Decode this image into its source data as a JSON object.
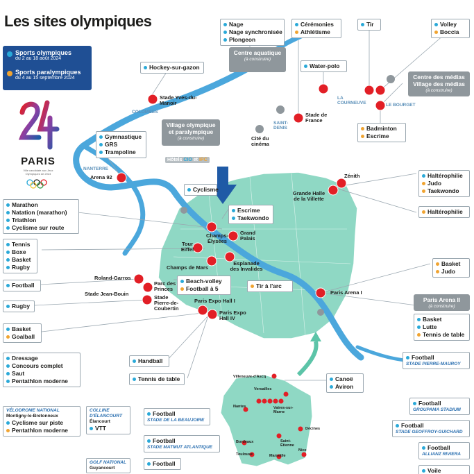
{
  "title": "Les sites olympiques",
  "colors": {
    "olympic": "#2aa9d8",
    "paralympic": "#f0a431",
    "venue": "#e21f26",
    "paris": "#72cdb8",
    "river": "#4ba7dc",
    "legend_bg": "#1f4f94",
    "grey_box": "#8f979c"
  },
  "legend": {
    "olympic_label": "Sports olympiques",
    "olympic_dates": "du 2 au 18 août 2024",
    "paralympic_label": "Sports paralympiques",
    "paralympic_dates": "du 4 au 15 septembre 2024"
  },
  "logo": {
    "text": "PARIS",
    "sub": "Ville candidate aux Jeux Olympiques de 2024"
  },
  "boxes": {
    "nage": [
      "Nage",
      "Nage synchronisée",
      "Plongeon"
    ],
    "ceremonies": [
      "Cérémonies",
      "Athlétisme"
    ],
    "tir": [
      "Tir"
    ],
    "volley": [
      "Volley",
      "Boccia"
    ],
    "hockey": [
      "Hockey-sur-gazon"
    ],
    "waterpolo": [
      "Water-polo"
    ],
    "gym": [
      "Gymnastique",
      "GRS",
      "Trampoline"
    ],
    "badminton": [
      "Badminton",
      "Escrime"
    ],
    "halte1": [
      "Haltérophilie",
      "Judo",
      "Taekwondo"
    ],
    "halte2": [
      "Haltérophilie"
    ],
    "cyclisme_piste": [
      "Cyclisme"
    ],
    "marathon": [
      "Marathon",
      "Natation (marathon)",
      "Triathlon",
      "Cyclisme sur route"
    ],
    "escrime": [
      "Escrime",
      "Taekwondo"
    ],
    "tennis": [
      "Tennis",
      "Boxe",
      "Basket",
      "Rugby"
    ],
    "basket_judo": [
      "Basket",
      "Judo"
    ],
    "football": [
      "Football"
    ],
    "beach": [
      "Beach-volley",
      "Football à 5"
    ],
    "tirarc": [
      "Tir à l'arc"
    ],
    "rugby": [
      "Rugby"
    ],
    "basket_lutte": [
      "Basket",
      "Lutte",
      "Tennis de table"
    ],
    "basket_goal": [
      "Basket",
      "Goalball"
    ],
    "handball": [
      "Handball"
    ],
    "dressage": [
      "Dressage",
      "Concours complet",
      "Saut",
      "Pentathlon moderne"
    ],
    "tennis_table": [
      "Tennis de table"
    ],
    "canoe": [
      "Canoë",
      "Aviron"
    ],
    "velodrome": [
      "Cyclisme sur piste",
      "Pentathlon moderne"
    ],
    "vtt": [
      "VTT"
    ],
    "voile": [
      "Voile"
    ]
  },
  "football_boxes": {
    "pierre_mauroy": {
      "sport": "Football",
      "venue": "STADE PIERRE-MAUROY"
    },
    "groupama": {
      "sport": "Football",
      "venue": "GROUPAMA STADIUM"
    },
    "beaujoire": {
      "sport": "Football",
      "venue": "STADE DE LA BEAUJOIRE"
    },
    "geoffroy": {
      "sport": "Football",
      "venue": "STADE GEOFFROY-GUICHARD"
    },
    "matmut": {
      "sport": "Football",
      "venue": "STADE MATMUT ATLANTIQUE"
    },
    "allianz": {
      "sport": "Football",
      "venue": "ALLIANZ RIVIERA"
    },
    "bottom": {
      "sport": "Football",
      "venue": ""
    }
  },
  "regions": {
    "velodrome_title": "VÉLODROME NATIONAL",
    "velodrome_place": "Montigny-le-Bretonneux",
    "elancourt_title": "COLLINE D'ÉLANCOURT",
    "elancourt_place": "Élancourt",
    "golf_title": "GOLF NATIONAL",
    "golf_place": "Guyancourt"
  },
  "grey_boxes": {
    "centre_aquatique": {
      "title": "Centre aquatique",
      "note": "(à construire)"
    },
    "village": {
      "title": "Village olympique et paralympique",
      "note": "(à construire)"
    },
    "media": {
      "title": "Centre des médias Village des médias",
      "note": "(à construire)"
    },
    "arena2": {
      "title": "Paris Arena II",
      "note": "(à construire)"
    }
  },
  "hotels": {
    "pre": "Hôtels",
    "cio": "CIO",
    "mid": "et",
    "ipc": "IPC"
  },
  "place_labels": {
    "stade_yves": "Stade Yves-du-Manoir",
    "stade_france": "Stade de France",
    "cite_cinema": "Cité du cinéma",
    "arena92": "Arena 92",
    "zenith": "Zénith",
    "grande_halle": "Grande Halle de la Villette",
    "champs": "Champs-Élysées",
    "grand_palais": "Grand Palais",
    "tour_eiffel": "Tour Eiffel",
    "champ_mars": "Champs de Mars",
    "esplanade": "Esplanade des Invalides",
    "roland": "Roland-Garros",
    "parc_princes": "Parc des Princes",
    "jean_bouin": "Stade Jean-Bouin",
    "coubertin": "Stade Pierre-de-Coubertin",
    "expo1": "Paris Expo Hall I",
    "expo4": "Paris Expo Hall IV",
    "arena1": "Paris Arena I"
  },
  "city_labels": {
    "colombes": "COLOMBES",
    "saint_denis": "SAINT-DENIS",
    "courneuve": "LA COURNEUVE",
    "bourget": "LE BOURGET",
    "nanterre": "NANTERRE"
  },
  "france_labels": {
    "villeneuve": "Villeneuve-d'Ascq",
    "versailles": "Versailles",
    "vaires": "Vaires-sur-Marne",
    "nantes": "Nantes",
    "bordeaux": "Bordeaux",
    "toulouse": "Toulouse",
    "decines": "Décines",
    "saint_etienne": "Saint-Étienne",
    "nice": "Nice",
    "marseille": "Marseille"
  }
}
